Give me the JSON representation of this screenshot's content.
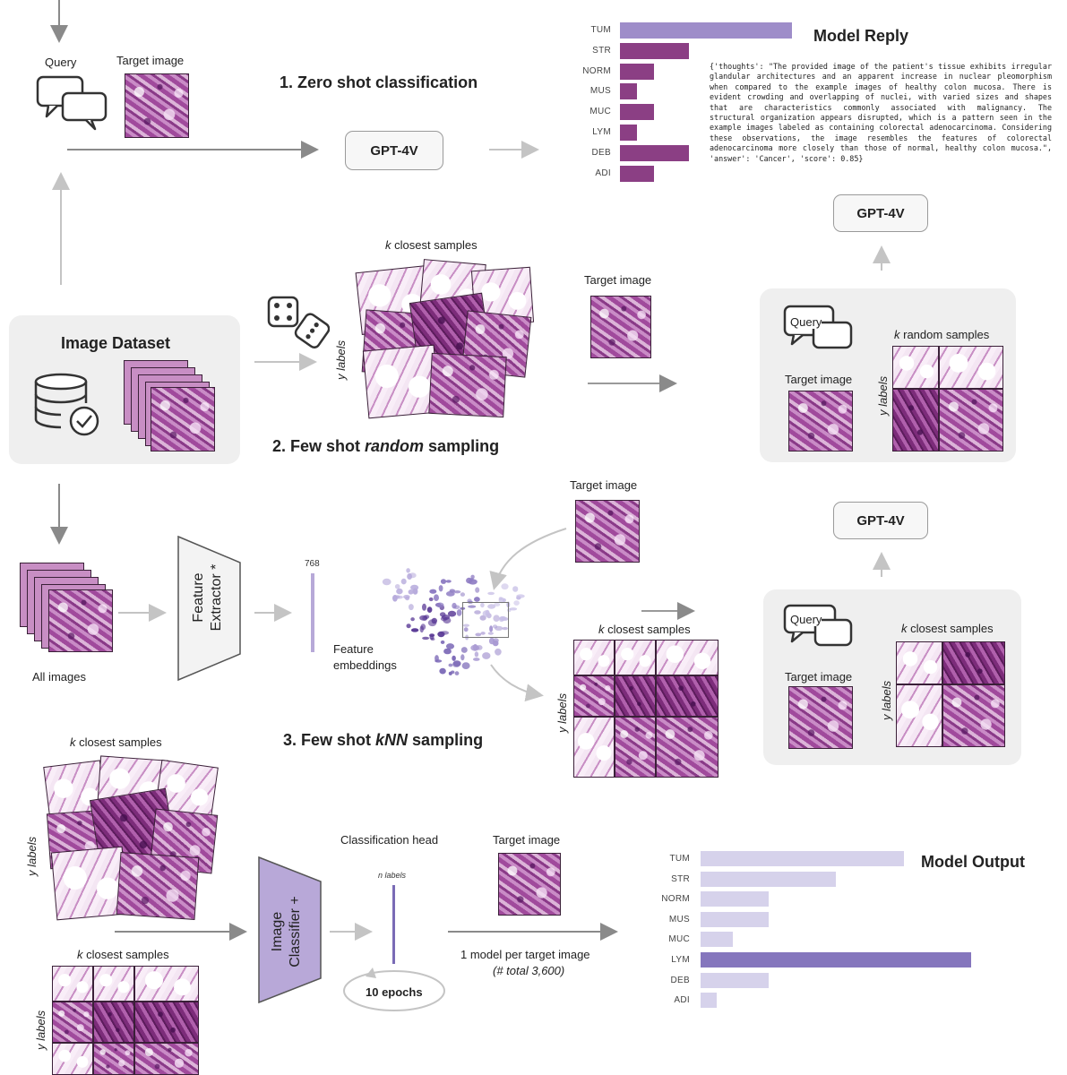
{
  "zero_shot": {
    "query_label": "Query",
    "target_label": "Target image",
    "title": "1. Zero shot classification",
    "model": "GPT-4V"
  },
  "model_reply": {
    "title": "Model Reply",
    "categories": [
      "TUM",
      "STR",
      "NORM",
      "MUS",
      "MUC",
      "LYM",
      "DEB",
      "ADI"
    ],
    "values": [
      100,
      40,
      20,
      10,
      20,
      10,
      40,
      20
    ],
    "highlight_index": 0,
    "highlight_color": "#9e8dc9",
    "bar_color": "#8b3f84",
    "json_text": "{'thoughts': \"The provided image of the patient's tissue exhibits irregular glandular architectures and an apparent increase in nuclear pleomorphism when compared to the example images of healthy colon mucosa. There is evident crowding and overlapping of nuclei, with varied sizes and shapes that are characteristics commonly associated with malignancy. The structural organization appears disrupted, which is a pattern seen in the example images labeled as containing colorectal adenocarcinoma. Considering these observations, the image resembles the features of colorectal adenocarcinoma more closely than those of normal, healthy colon mucosa.\", 'answer': 'Cancer', 'score': 0.85}"
  },
  "dataset": {
    "title": "Image Dataset"
  },
  "few_shot_random": {
    "closest_label": "k closest samples",
    "y_labels": "y labels",
    "title_prefix": "2. Few shot ",
    "title_em": "random",
    "title_suffix": " sampling",
    "target_label": "Target image",
    "model": "GPT-4V",
    "panel_query": "Query",
    "panel_target": "Target image",
    "panel_samples": "k random samples",
    "panel_ylabels": "y labels"
  },
  "knn": {
    "all_images": "All images",
    "extractor": "Feature Extractor *",
    "dim": "768",
    "embeddings_label": "Feature embeddings",
    "target_label": "Target image",
    "closest_label": "k closest samples",
    "y_labels": "y labels",
    "title_prefix": "3. Few shot ",
    "title_em": "kNN",
    "title_suffix": " sampling",
    "model": "GPT-4V",
    "panel_query": "Query",
    "panel_target": "Target image",
    "panel_samples": "k closest samples",
    "panel_ylabels": "y labels"
  },
  "classifier": {
    "closest_label_top": "k closest samples",
    "closest_label_bottom": "k closest samples",
    "y_labels_top": "y labels",
    "y_labels_bottom": "y labels",
    "model": "Image Classifier +",
    "head_label": "Classification head",
    "n_labels": "n labels",
    "epochs": "10 epochs",
    "target_label": "Target image",
    "note_line1": "1 model per target image",
    "note_line2": "(# total 3,600)"
  },
  "model_output": {
    "title": "Model Output",
    "categories": [
      "TUM",
      "STR",
      "NORM",
      "MUS",
      "MUC",
      "LYM",
      "DEB",
      "ADI"
    ],
    "values": [
      75,
      50,
      25,
      25,
      12,
      100,
      25,
      6
    ],
    "highlight_index": 5,
    "highlight_color": "#8576bd",
    "bar_color": "#d6d2eb"
  }
}
